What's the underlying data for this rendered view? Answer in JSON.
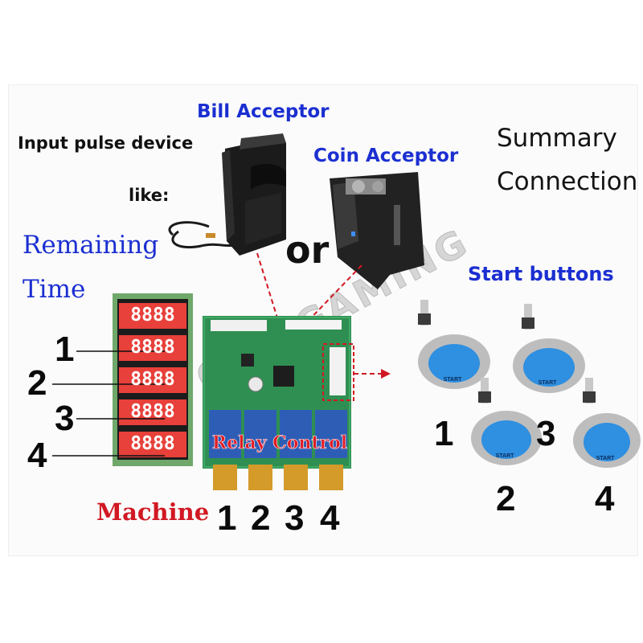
{
  "labels": {
    "input_device_line1": "Input pulse device",
    "input_device_line2": "like:",
    "bill_acceptor": "Bill Acceptor",
    "coin_acceptor": "Coin Acceptor",
    "or": "or",
    "summary_line1": "Summary",
    "summary_line2": "Connection",
    "remaining_line1": "Remaining",
    "remaining_line2": "Time",
    "start_buttons": "Start buttons",
    "relay_control": "Relay Control",
    "machine": "Machine",
    "watermark": "GEN GAMING",
    "start_cap": "START"
  },
  "display": {
    "row_text": "8888",
    "row_numbers": [
      "1",
      "2",
      "3",
      "4"
    ]
  },
  "relay_numbers": [
    "1",
    "2",
    "3",
    "4"
  ],
  "button_numbers": [
    "1",
    "2",
    "3",
    "4"
  ],
  "colors": {
    "blue_text": "#1b2fd1",
    "red_text": "#d11822",
    "pcb_green": "#2f8f52",
    "relay_blue": "#2e5db6",
    "display_red": "#e8403a",
    "button_blue": "#2f8fe0"
  }
}
